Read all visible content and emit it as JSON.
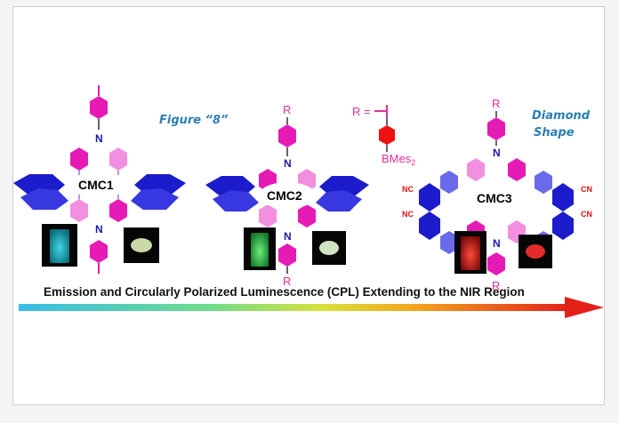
{
  "figure": {
    "caption_figure8": "Figure “8”",
    "caption_diamond_line1": "Diamond",
    "caption_diamond_line2": "Shape",
    "r_definition": {
      "r_label": "R =",
      "substituent": "BMes",
      "subscript": "2"
    },
    "molecules": [
      {
        "label": "CMC1",
        "emission_color": "#2fc4d4"
      },
      {
        "label": "CMC2",
        "emission_color": "#3ee06a"
      },
      {
        "label": "CMC3",
        "emission_color": "#ee2424"
      }
    ],
    "atoms": {
      "nitrogen": "N",
      "substituent_r": "R",
      "nitrile": "CN",
      "nitrile_rev": "NC"
    },
    "banner": "Emission and Circularly Polarized Luminescence (CPL) Extending to the NIR Region",
    "colors": {
      "blue_units": "#1c1ccc",
      "magenta_units": "#e61ab5",
      "pink_units": "#f28fe0",
      "caption": "#2c7fb3",
      "r_color": "#e0309a",
      "arrow_start": "#37bde6",
      "arrow_end": "#e32019"
    }
  }
}
